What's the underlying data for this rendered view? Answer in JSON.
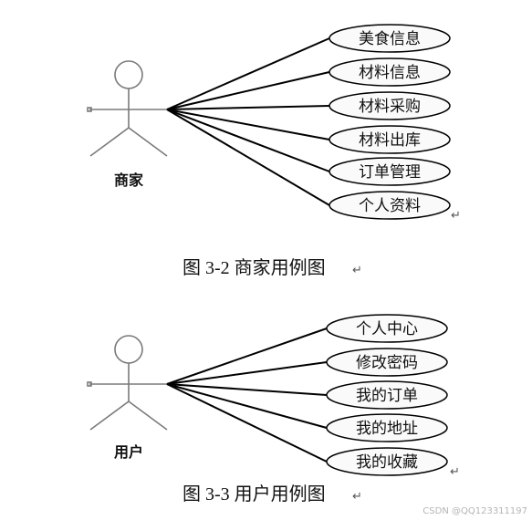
{
  "diagrams": [
    {
      "actor": "商家",
      "use_cases": [
        "美食信息",
        "材料信息",
        "材料采购",
        "材料出库",
        "订单管理",
        "个人资料"
      ],
      "caption": "图 3-2 商家用例图"
    },
    {
      "actor": "用户",
      "use_cases": [
        "个人中心",
        "修改密码",
        "我的订单",
        "我的地址",
        "我的收藏"
      ],
      "caption": "图 3-3 用户用例图"
    }
  ],
  "paragraph_mark": "↵",
  "watermark": "CSDN @QQ123311197"
}
